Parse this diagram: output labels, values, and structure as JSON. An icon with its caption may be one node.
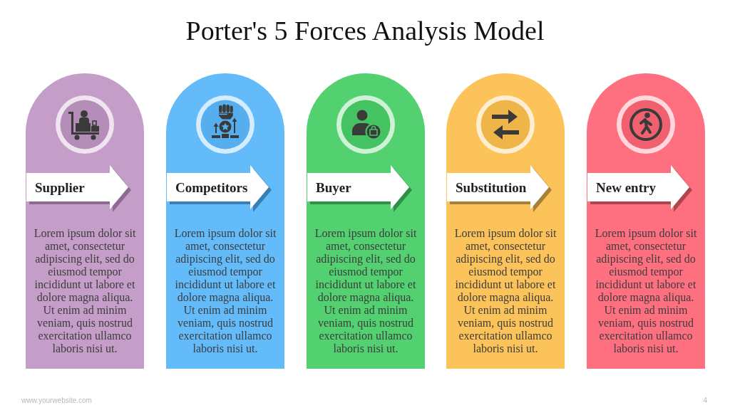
{
  "diagram": {
    "title": "Porter's 5 Forces Analysis Model",
    "nodes": [
      {
        "text": [
          "Lorem ipsum dolor sit amet, consectetur adipiscing elit, sed do eiusmod tempor incididunt ut labore et dolore magna aliqua. Ut enim ad minim veniam, quis nostrud exercitation ullamco laboris nisi ut."
        ]
      },
      {
        "text": [
          "Supplier"
        ],
        "in": 0
      },
      {
        "text": [
          "Lorem ipsum dolor sit amet, consectetur adipiscing elit, sed do eiusmod tempor incididunt ut labore et dolore magna aliqua. Ut enim ad minim veniam, quis nostrud exercitation ullamco laboris nisi ut."
        ]
      },
      {
        "text": [
          "Competitors"
        ],
        "in": 2
      },
      {
        "text": [
          "Lorem ipsum dolor sit amet, consectetur adipiscing elit, sed do eiusmod tempor incididunt ut labore et dolore magna aliqua. Ut enim ad minim veniam, quis nostrud exercitation ullamco laboris nisi ut."
        ]
      },
      {
        "text": [
          "Buyer"
        ],
        "in": 4
      },
      {
        "text": [
          "Lorem ipsum dolor sit amet, consectetur adipiscing elit, sed do eiusmod tempor incididunt ut labore et dolore magna aliqua. Ut enim ad minim veniam, quis nostrud exercitation ullamco laboris nisi ut."
        ]
      },
      {
        "text": [
          "Substitution"
        ],
        "in": 6
      },
      {
        "text": [
          "Lorem ipsum dolor sit amet, consectetur adipiscing elit, sed do eiusmod tempor incididunt ut labore et dolore magna aliqua. Ut enim ad minim veniam, quis nostrud exercitation ullamco laboris nisi ut."
        ]
      },
      {
        "text": [
          "New entry"
        ],
        "in": 8
      }
    ],
    "labels": [
      "www.yourwebsite.com",
      "4"
    ]
  }
}
